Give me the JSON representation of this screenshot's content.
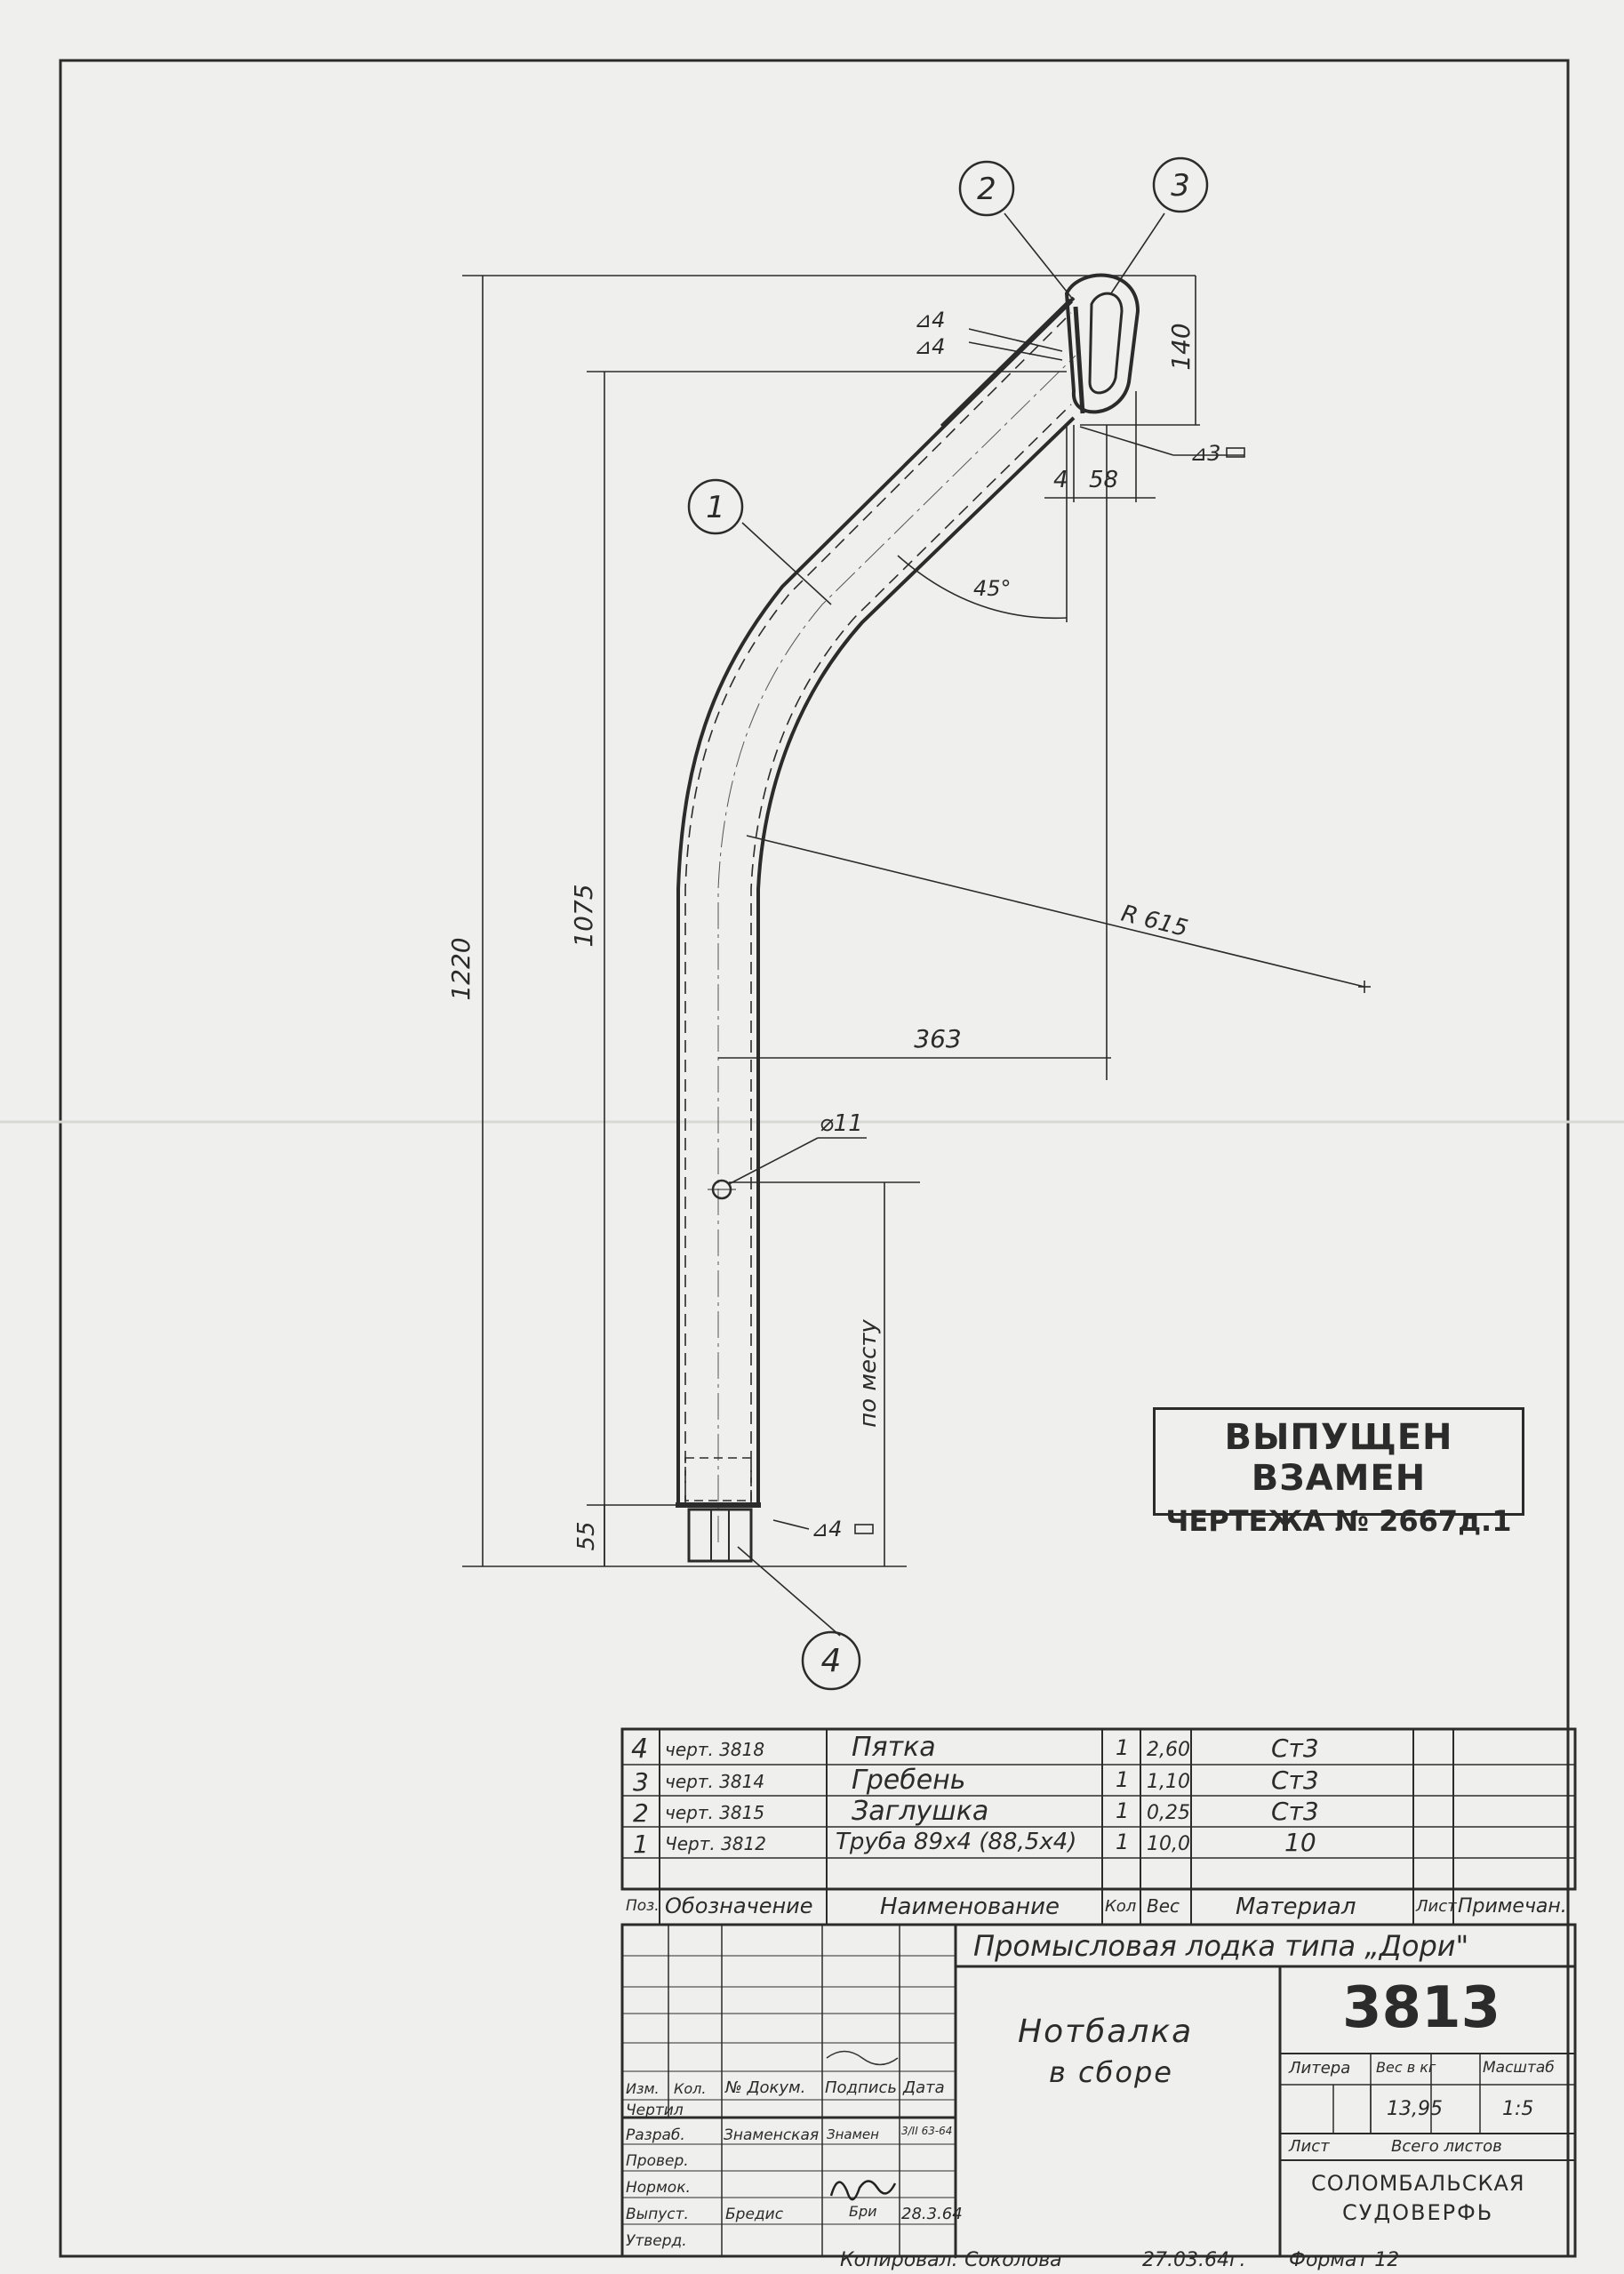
{
  "drawing": {
    "dims": {
      "overall_height": "1220",
      "inner_height": "1075",
      "top_height": "140",
      "bottom_offset": "55",
      "horizontal_offset": "363",
      "gap_small": "4",
      "gap_right": "58",
      "radius": "R 615",
      "angle": "45°",
      "hole": "⌀11",
      "by_place": "по месту"
    },
    "welds": {
      "w1": "⊿4",
      "w2": "⊿4",
      "w3": "⊿3",
      "w4": "⊿4"
    },
    "callouts": [
      "1",
      "2",
      "3",
      "4"
    ]
  },
  "stamp": {
    "line1": "ВЫПУЩЕН ВЗАМЕН",
    "line2": "ЧЕРТЕЖА № 2667д.1"
  },
  "parts_list": {
    "headers": [
      "Поз.",
      "Обозначение",
      "Наименование",
      "Кол",
      "Вес",
      "Материал",
      "Лист",
      "Примечан."
    ],
    "rows": [
      {
        "pos": "4",
        "designation": "черт. 3818",
        "name": "Пятка",
        "qty": "1",
        "weight": "2,60",
        "material": "Ст3"
      },
      {
        "pos": "3",
        "designation": "черт. 3814",
        "name": "Гребень",
        "qty": "1",
        "weight": "1,10",
        "material": "Ст3"
      },
      {
        "pos": "2",
        "designation": "черт. 3815",
        "name": "Заглушка",
        "qty": "1",
        "weight": "0,25",
        "material": "Ст3"
      },
      {
        "pos": "1",
        "designation": "Черт. 3812",
        "name": "Труба 89х4 (88,5х4)",
        "qty": "1",
        "weight": "10,0",
        "material": "10"
      }
    ]
  },
  "title_block": {
    "project": "Промысловая лодка типа „Дори\"",
    "drawing_number": "3813",
    "item_name_1": "Нотбалка",
    "item_name_2": "в сборе",
    "col_headers": [
      "Изм.",
      "Кол.",
      "№ Докум.",
      "Подпись",
      "Дата"
    ],
    "roles": [
      "Чертил",
      "Разраб.",
      "Провер.",
      "Нормок.",
      "Выпуст.",
      "Утверд."
    ],
    "developer": "Знаменская",
    "developer_sign": "Знамен",
    "developer_date": "3/II 63-64",
    "issuer": "Бредис",
    "issuer_sign": "Бри",
    "issuer_date": "28.3.64",
    "litera_label": "Литера",
    "weight_label": "Вес в кг",
    "scale_label": "Масштаб",
    "weight_value": "13,95",
    "scale_value": "1:5",
    "sheet_label": "Лист",
    "sheets_total_label": "Всего листов",
    "org_line1": "СОЛОМБАЛЬСКАЯ",
    "org_line2": "СУДОВЕРФЬ"
  },
  "footer": {
    "copied_by": "Копировал: Соколова",
    "date": "27.03.64г.",
    "format": "Формат 12"
  }
}
